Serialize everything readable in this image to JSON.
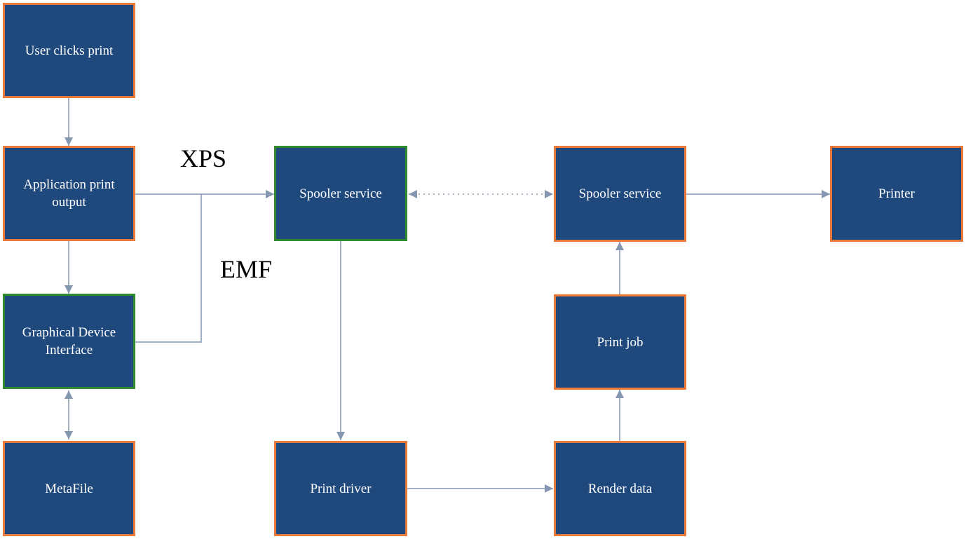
{
  "nodes": {
    "user_clicks_print": "User clicks print",
    "application_print_output": "Application print\noutput",
    "gdi": "Graphical Device\nInterface",
    "metafile": "MetaFile",
    "spooler_service_1": "Spooler service",
    "print_driver": "Print driver",
    "render_data": "Render data",
    "print_job": "Print job",
    "spooler_service_2": "Spooler service",
    "printer": "Printer"
  },
  "labels": {
    "xps": "XPS",
    "emf": "EMF"
  },
  "colors": {
    "box_fill": "#1f497d",
    "box_border": "#e8793a",
    "box_border_highlight": "#2e8b2e",
    "connector": "#8496b0",
    "box_text": "#ffffff"
  }
}
